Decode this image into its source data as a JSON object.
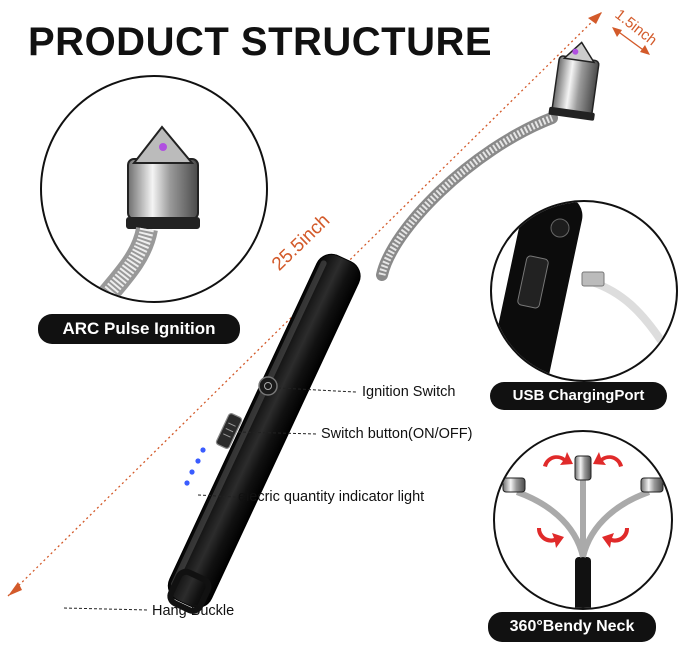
{
  "title": "PRODUCT STRUCTURE",
  "dimensions": {
    "length": "25.5inch",
    "width": "1.5inch"
  },
  "badges": {
    "arc": "ARC Pulse Ignition",
    "usb": "USB ChargingPort",
    "bendy": "360°Bendy Neck"
  },
  "callouts": {
    "ignition": "Ignition Switch",
    "switch": "Switch button(ON/OFF)",
    "indicator": "elecric quantity indicator light",
    "buckle": "Hang Buckle"
  },
  "colors": {
    "dimension": "#d35a2a",
    "led": "#3a5cff",
    "arrow": "#e02a2a",
    "arc": "#b050e0"
  }
}
